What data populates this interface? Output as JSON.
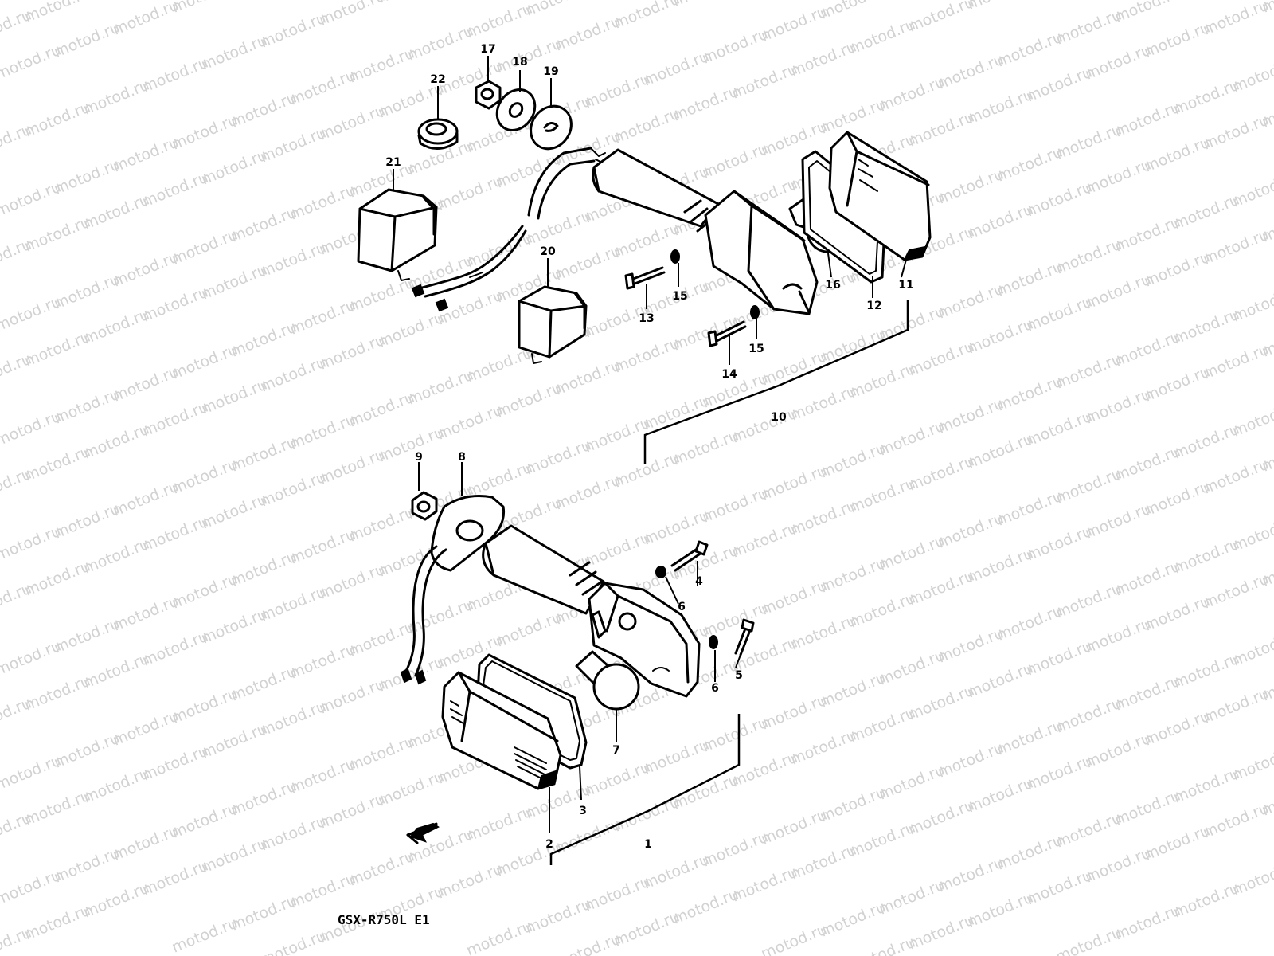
{
  "watermark": {
    "text": "motod.ru"
  },
  "callouts": [
    {
      "id": "callout-1",
      "label": "1"
    },
    {
      "id": "callout-2",
      "label": "2"
    },
    {
      "id": "callout-3",
      "label": "3"
    },
    {
      "id": "callout-4",
      "label": "4"
    },
    {
      "id": "callout-5",
      "label": "5"
    },
    {
      "id": "callout-6a",
      "label": "6"
    },
    {
      "id": "callout-6b",
      "label": "6"
    },
    {
      "id": "callout-7",
      "label": "7"
    },
    {
      "id": "callout-8",
      "label": "8"
    },
    {
      "id": "callout-9",
      "label": "9"
    },
    {
      "id": "callout-10",
      "label": "10"
    },
    {
      "id": "callout-11",
      "label": "11"
    },
    {
      "id": "callout-12",
      "label": "12"
    },
    {
      "id": "callout-13",
      "label": "13"
    },
    {
      "id": "callout-14",
      "label": "14"
    },
    {
      "id": "callout-15a",
      "label": "15"
    },
    {
      "id": "callout-15b",
      "label": "15"
    },
    {
      "id": "callout-16",
      "label": "16"
    },
    {
      "id": "callout-17",
      "label": "17"
    },
    {
      "id": "callout-18",
      "label": "18"
    },
    {
      "id": "callout-19",
      "label": "19"
    },
    {
      "id": "callout-20",
      "label": "20"
    },
    {
      "id": "callout-21",
      "label": "21"
    },
    {
      "id": "callout-22",
      "label": "22"
    }
  ],
  "model_code": "GSX-R750L E1"
}
